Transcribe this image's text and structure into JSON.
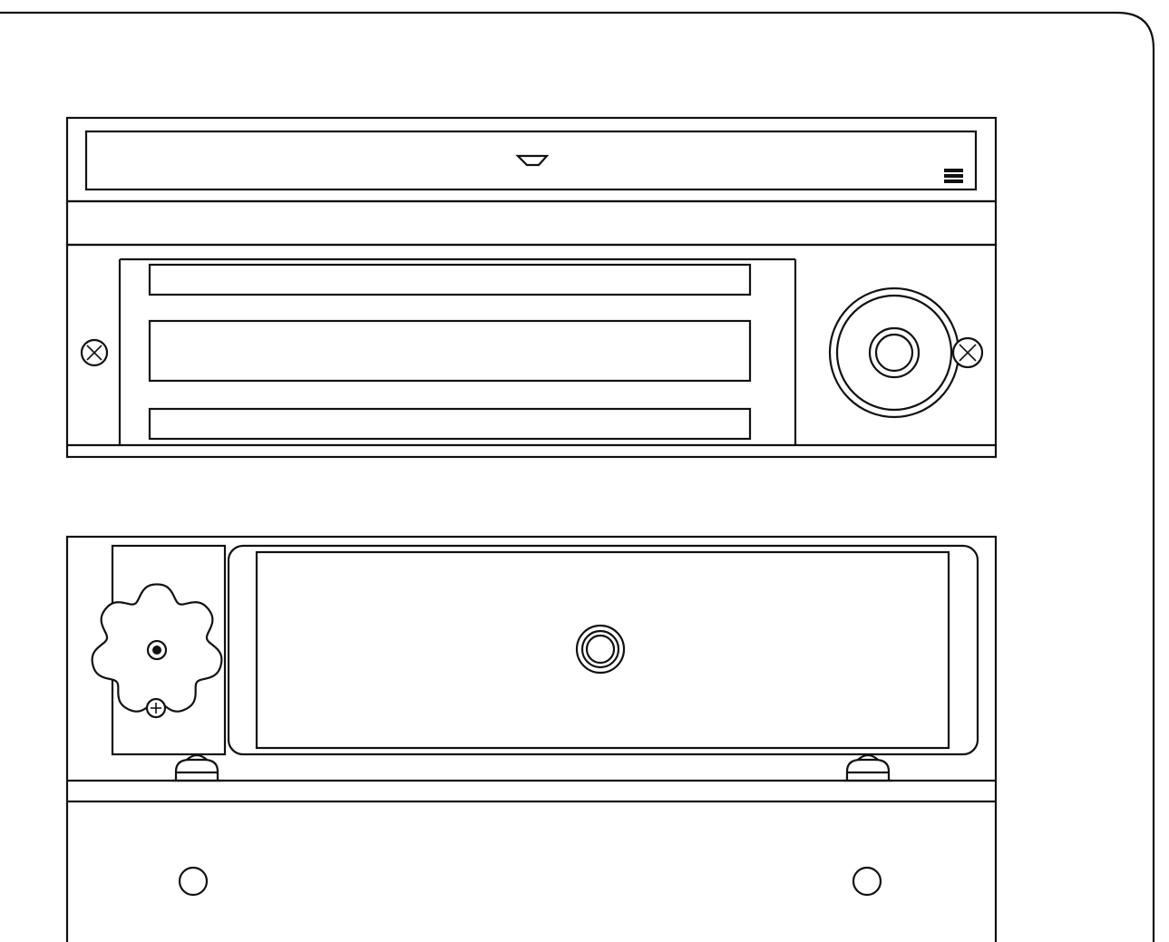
{
  "diagram": {
    "style": "line-art",
    "colors": {
      "background": "#ffffff",
      "stroke": "#111111"
    },
    "parts": {
      "case": "case-frame",
      "optical_drive": {
        "eject_symbol": "eject-triangle-icon",
        "status_light": "stacked-bars-icon"
      },
      "card_reader_bay": {
        "screws": [
          "screw-left-icon",
          "screw-right-icon"
        ],
        "dial": "circular-dial"
      },
      "removable_bay": {
        "lock": "tray-lock",
        "knob": "lobed-knob",
        "feet": [
          "foot-left",
          "foot-right"
        ]
      },
      "lower_panel": {
        "holes": [
          "hole-left",
          "hole-right"
        ]
      }
    }
  }
}
